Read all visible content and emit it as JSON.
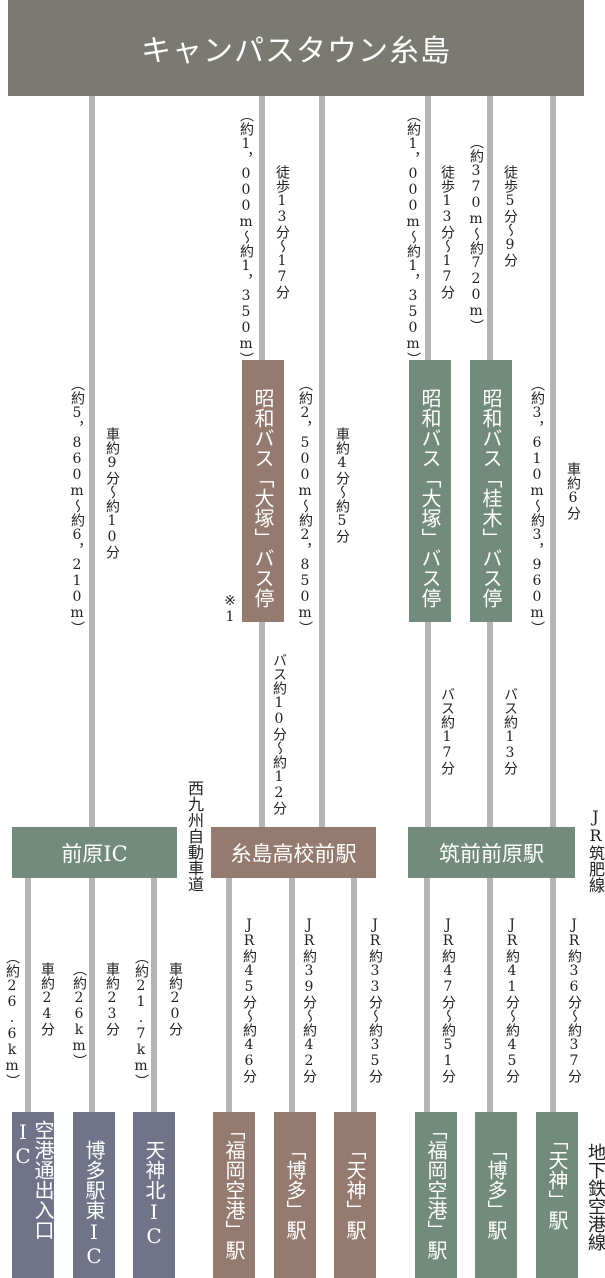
{
  "title": "キャンパスタウン糸島",
  "colors": {
    "header": "#7a7a72",
    "green": "#738b7d",
    "brown": "#957b6f",
    "slate": "#717489",
    "line": "#b5b5b5"
  },
  "top_labels": [
    "（約1，000m〜約1，350m）",
    "徒歩13分〜17分",
    "（約1，000m〜約1，350m）",
    "徒歩13分〜17分",
    "（約370m〜約720m）",
    "徒歩5分〜9分"
  ],
  "mid_labels": [
    "（約5，860m〜約6，210m）",
    "車約9分〜約10分",
    "（約2，500m〜約2，850m）",
    "車約4分〜約5分",
    "（約3，610m〜約3，960m）",
    "車約6分"
  ],
  "note": "※1",
  "bus_stops": [
    "昭和バス「大塚」バス停",
    "昭和バス「大塚」バス停",
    "昭和バス「桂木」バス停"
  ],
  "bus_labels": [
    "バス約10分〜約12分",
    "バス約17分",
    "バス約13分"
  ],
  "hubs": [
    "前原IC",
    "糸島高校前駅",
    "筑前前原駅"
  ],
  "line_names": {
    "expressway": "西九州自動車道",
    "jr": "JR筑肥線",
    "subway": "地下鉄空港線"
  },
  "car_labels": [
    "（約26.6km）",
    "車約24分",
    "（約26km）",
    "車約23分",
    "（約21.7km）",
    "車約20分"
  ],
  "jr_labels": [
    "JR約45分〜約46分",
    "JR約39分〜約42分",
    "JR約33分〜約35分",
    "JR約47分〜約51分",
    "JR約41分〜約45分",
    "JR約36分〜約37分"
  ],
  "destinations": [
    "空港通出入口IC",
    "博多駅東IC",
    "天神北IC",
    "「福岡空港」駅",
    "「博多」駅",
    "「天神」駅",
    "「福岡空港」駅",
    "「博多」駅",
    "「天神」駅"
  ]
}
